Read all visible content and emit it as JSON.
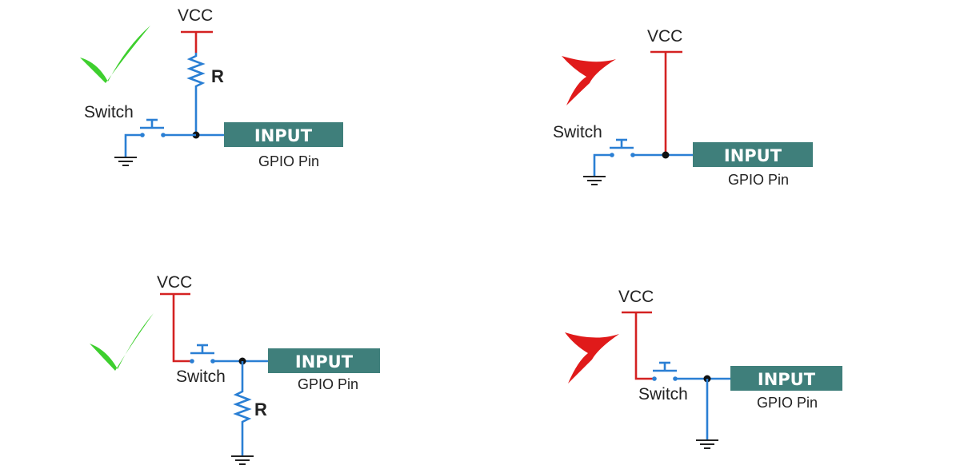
{
  "colors": {
    "vcc_wire": "#d42222",
    "signal_wire": "#2a7fd4",
    "input_box": "#3f7f7b",
    "check": "#3ecf2e",
    "cross": "#e01a1a"
  },
  "circuits": [
    {
      "id": "pull-up",
      "verdict": "correct",
      "verdict_icon": "check-icon",
      "vcc": "VCC",
      "resistor": "R",
      "switch": "Switch",
      "input": "INPUT",
      "pin": "GPIO Pin"
    },
    {
      "id": "no-pull-up",
      "verdict": "incorrect",
      "verdict_icon": "cross-icon",
      "vcc": "VCC",
      "switch": "Switch",
      "input": "INPUT",
      "pin": "GPIO Pin"
    },
    {
      "id": "pull-down",
      "verdict": "correct",
      "verdict_icon": "check-icon",
      "vcc": "VCC",
      "resistor": "R",
      "switch": "Switch",
      "input": "INPUT",
      "pin": "GPIO Pin"
    },
    {
      "id": "no-pull-down",
      "verdict": "incorrect",
      "verdict_icon": "cross-icon",
      "vcc": "VCC",
      "switch": "Switch",
      "input": "INPUT",
      "pin": "GPIO Pin"
    }
  ]
}
